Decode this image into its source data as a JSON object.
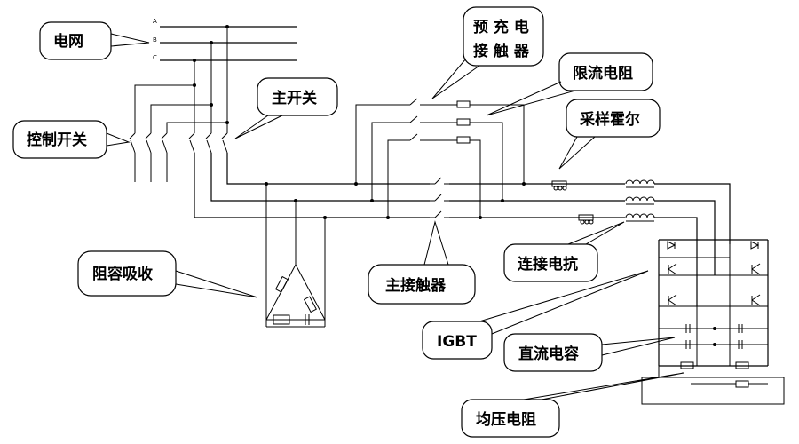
{
  "phases": [
    "A",
    "B",
    "C"
  ],
  "labels": {
    "grid": "电网",
    "control_switch": "控制开关",
    "main_switch": "主开关",
    "precharge_line1": "预 充 电",
    "precharge_line2": "接 触 器",
    "current_limit_resistor": "限流电阻",
    "sampling_hall": "采样霍尔",
    "connection_reactor": "连接电抗",
    "rc_absorber": "阻容吸收",
    "main_contactor": "主接触器",
    "igbt": "IGBT",
    "dc_capacitor": "直流电容",
    "balancing_resistor": "均压电阻"
  }
}
